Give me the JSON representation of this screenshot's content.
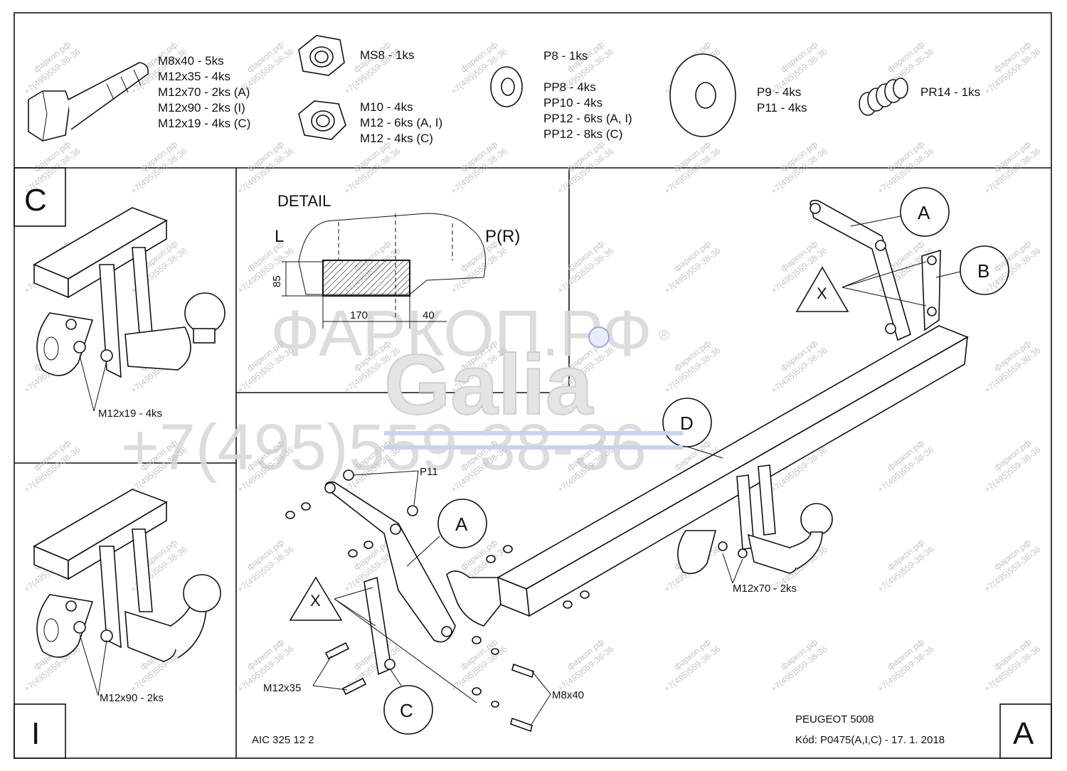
{
  "hardware": {
    "bolts_label": "M8x40 - 5ks",
    "bolts_lines": [
      "M8x40 - 5ks",
      "M12x35 - 4ks",
      "M12x70 - 2ks (A)",
      "M12x90 - 2ks (I)",
      "M12x19 - 4ks (C)"
    ],
    "nut_ms8": "MS8 - 1ks",
    "nuts_lines": [
      "M10 - 4ks",
      "M12 - 6ks (A, I)",
      "M12 - 4ks (C)"
    ],
    "washers_small_lines": [
      "P8 - 1ks",
      "PP8 - 4ks",
      "PP10 - 4ks",
      "PP12 - 6ks (A, I)",
      "PP12 - 8ks (C)"
    ],
    "washers_large_lines": [
      "P9 - 4ks",
      "P11 - 4ks"
    ],
    "spring": "PR14 - 1ks"
  },
  "panel_c": {
    "letter": "C",
    "callout": "M12x19 - 4ks"
  },
  "panel_i": {
    "letter": "I",
    "callout": "M12x90 - 2ks"
  },
  "detail": {
    "title": "DETAIL",
    "left": "L",
    "right": "P(R)",
    "dim_height": "85",
    "dim_width": "170",
    "dim_offset": "40"
  },
  "main": {
    "circle_a_top": "A",
    "circle_b": "B",
    "triangle_x_top": "X",
    "circle_d": "D",
    "p11": "P11",
    "circle_a_mid": "A",
    "triangle_x_bottom": "X",
    "m12x70": "M12x70 - 2ks",
    "m12x35": "M12x35",
    "m8x40": "M8x40",
    "circle_c": "C"
  },
  "titleblock": {
    "aic": "AIC 325 12 2",
    "model": "PEUGEOT 5008",
    "code": "Kód: P0475(A,I,C) - 17. 1. 2018",
    "letter": "A"
  },
  "watermark": {
    "phone": "+7(495)559-38-36",
    "site": "фаркоп.рф",
    "brand_cyr": "ФАРКОП.РФ",
    "brand": "Galia",
    "reg": "®",
    "big_phone": "+7(495)559-38-36"
  }
}
